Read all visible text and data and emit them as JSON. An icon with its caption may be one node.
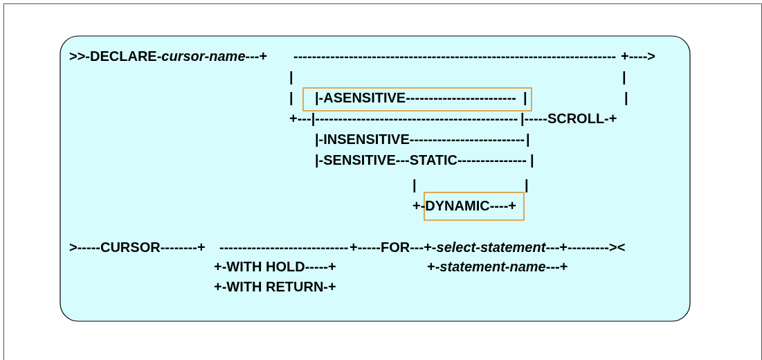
{
  "diagram": {
    "labels": [
      ">>-DECLARE-*cursor-name*---+",
      "----------------------------------------------------------------------",
      "+---->",
      "|",
      "|",
      "|",
      "|-ASENSITIVE------------------------",
      "|",
      "|",
      "+---|--------------------------------------------",
      "|-----SCROLL-+",
      "|-INSENSITIVE-------------------------",
      "|",
      "|-SENSITIVE---STATIC---------------",
      "|",
      "|",
      "|",
      "+-DYNAMIC----+",
      ">-----CURSOR--------+",
      "----------------------------",
      "+-----FOR---+-*select-statement*---+---------><",
      "+-WITH HOLD-----+",
      "+-*statement-name*---+",
      "+-WITH RETURN-+"
    ]
  }
}
